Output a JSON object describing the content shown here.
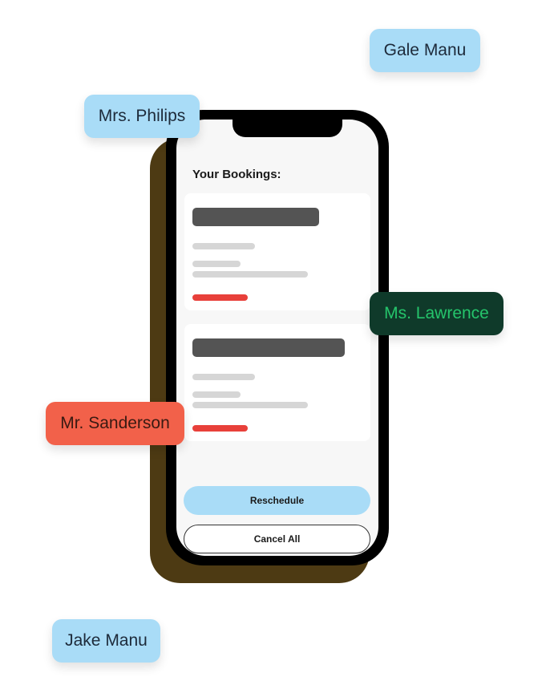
{
  "screen": {
    "title": "Your Bookings:"
  },
  "buttons": {
    "reschedule_label": "Reschedule",
    "cancel_all_label": "Cancel All"
  },
  "tags": {
    "gale": "Gale Manu",
    "philips": "Mrs. Philips",
    "lawrence": "Ms. Lawrence",
    "sanderson": "Mr. Sanderson",
    "jake": "Jake Manu"
  },
  "colors": {
    "accent_blue": "#a9dcf7",
    "accent_red": "#e8403a",
    "tag_green_bg": "#0f3a2a",
    "tag_green_text": "#25c46b",
    "tag_coral_bg": "#f2614a",
    "phone_shadow": "#4d3a13"
  }
}
